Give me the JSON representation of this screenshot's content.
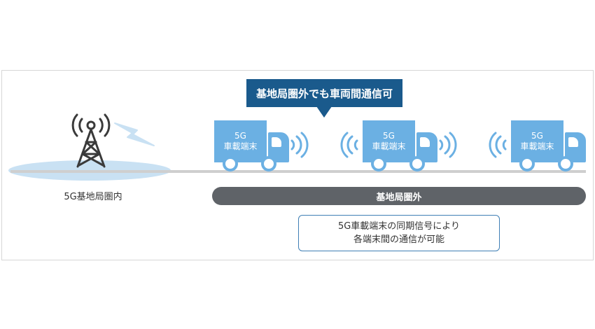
{
  "callout": {
    "text": "基地局圏外でも車両間通信可"
  },
  "inside_label": "5G基地局圏内",
  "outside_bar": "基地局圏外",
  "trucks": [
    {
      "line1": "5G",
      "line2": "車載端末"
    },
    {
      "line1": "5G",
      "line2": "車載端末"
    },
    {
      "line1": "5G",
      "line2": "車載端末"
    }
  ],
  "note": {
    "line1": "5G車載端末の同期信号により",
    "line2": "各端末間の通信が可能"
  },
  "colors": {
    "callout_bg": "#1a5a8c",
    "truck": "#6bb0e3",
    "outside_bar": "#5f6368",
    "coverage": "#c9e1f3",
    "note_border": "#3f7fb5",
    "tower": "#3a3a3a"
  },
  "icons": [
    "cell-tower-icon",
    "signal-bolt-icon",
    "truck-icon",
    "radio-wave-icon"
  ]
}
